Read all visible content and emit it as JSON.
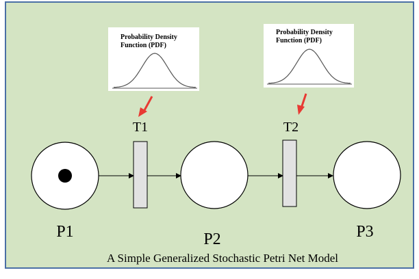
{
  "caption": "A Simple Generalized Stochastic Petri Net Model",
  "pdf_insets": [
    {
      "title_line1": "Probability Density",
      "title_line2": "Function (PDF)",
      "for_transition": "T1"
    },
    {
      "title_line1": "Probability Density",
      "title_line2": "Function (PDF)",
      "for_transition": "T2"
    }
  ],
  "places": [
    {
      "label": "P1",
      "tokens": 1
    },
    {
      "label": "P2",
      "tokens": 0
    },
    {
      "label": "P3",
      "tokens": 0
    }
  ],
  "transitions": [
    {
      "label": "T1"
    },
    {
      "label": "T2"
    }
  ],
  "colors": {
    "background": "#d4e4c3",
    "border": "#4a6fa5",
    "arrow_highlight": "#e83a33",
    "transition_fill": "#e2e2e2",
    "place_fill": "#ffffff",
    "token": "#000000"
  }
}
